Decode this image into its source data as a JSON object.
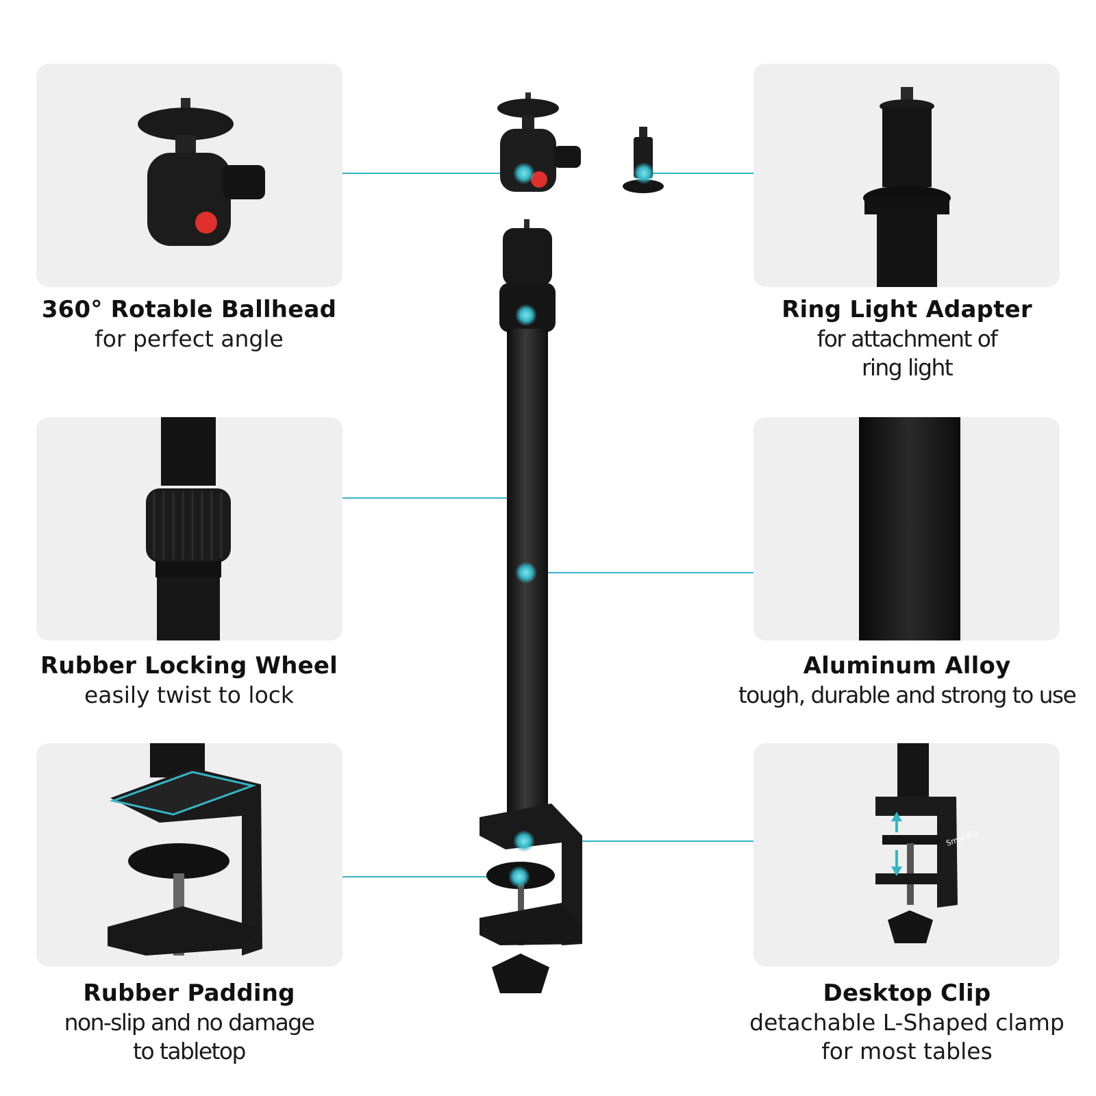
{
  "colors": {
    "accent_line": "#35b5c4",
    "panel_bg": "#efefef",
    "product": "#1c1c1c",
    "lock_dot": "#e0302c"
  },
  "features": [
    {
      "title": "360° Rotable Ballhead",
      "subtitle_lines": [
        "for perfect angle"
      ]
    },
    {
      "title": "Ring Light Adapter",
      "subtitle_lines": [
        "for attachment of",
        "ring light"
      ]
    },
    {
      "title": "Rubber Locking Wheel",
      "subtitle_lines": [
        "easily twist to lock"
      ]
    },
    {
      "title": "Aluminum Alloy",
      "subtitle_lines": [
        "tough, durable and strong to use"
      ]
    },
    {
      "title": "Rubber Padding",
      "subtitle_lines": [
        "non-slip and no damage",
        "to tabletop"
      ]
    },
    {
      "title": "Desktop Clip",
      "subtitle_lines": [
        "detachable L-Shaped clamp",
        "for most tables"
      ]
    }
  ],
  "brand_mark": "SmallRig"
}
